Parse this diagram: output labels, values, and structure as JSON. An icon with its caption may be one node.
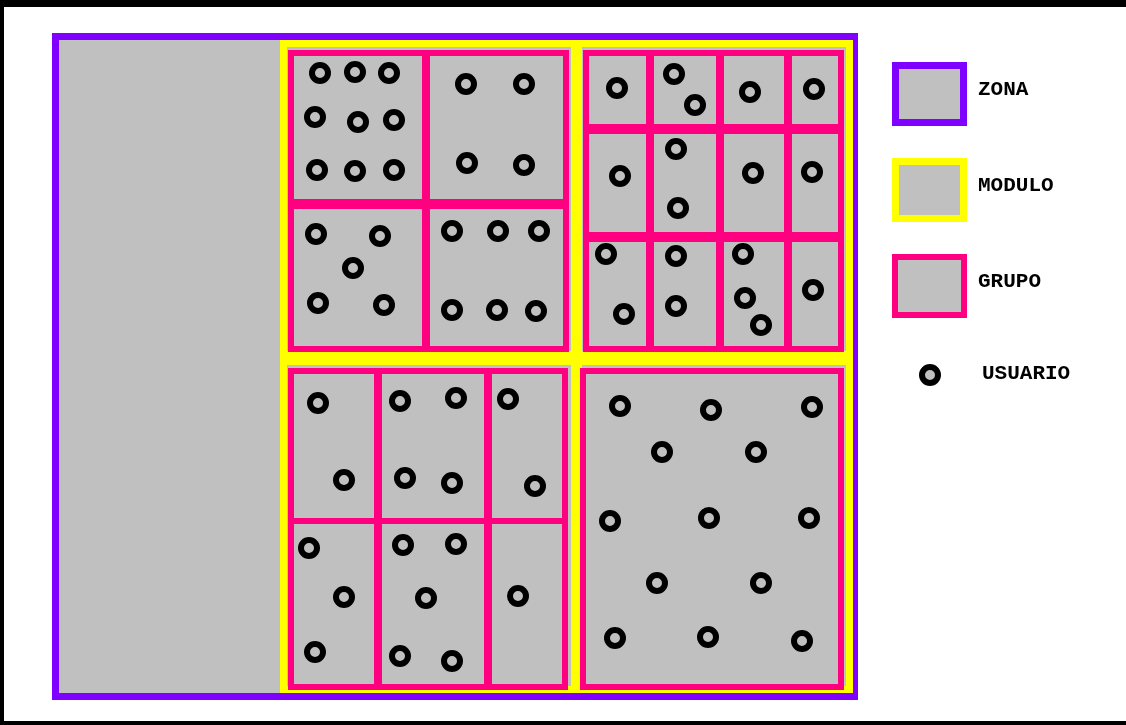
{
  "diagram": {
    "nodes": [
      {
        "text": [],
        "shape": "box"
      },
      {
        "text": [],
        "shape": "box",
        "in": 0
      },
      {
        "text": [],
        "shape": "box",
        "in": 1
      },
      {
        "text": [],
        "shape": "circle",
        "in": 2
      },
      {
        "text": [],
        "shape": "circle",
        "in": 2
      },
      {
        "text": [],
        "shape": "circle",
        "in": 2
      },
      {
        "text": [],
        "shape": "circle",
        "in": 2
      },
      {
        "text": [],
        "shape": "circle",
        "in": 2
      },
      {
        "text": [],
        "shape": "circle",
        "in": 2
      },
      {
        "text": [],
        "shape": "circle",
        "in": 2
      },
      {
        "text": [],
        "shape": "circle",
        "in": 2
      },
      {
        "text": [],
        "shape": "circle",
        "in": 2
      },
      {
        "text": [],
        "shape": "box",
        "in": 1
      },
      {
        "text": [],
        "shape": "circle",
        "in": 12
      },
      {
        "text": [],
        "shape": "circle",
        "in": 12
      },
      {
        "text": [],
        "shape": "circle",
        "in": 12
      },
      {
        "text": [],
        "shape": "circle",
        "in": 12
      },
      {
        "text": [],
        "shape": "box",
        "in": 1
      },
      {
        "text": [],
        "shape": "circle",
        "in": 17
      },
      {
        "text": [],
        "shape": "circle",
        "in": 17
      },
      {
        "text": [],
        "shape": "circle",
        "in": 17
      },
      {
        "text": [],
        "shape": "circle",
        "in": 17
      },
      {
        "text": [],
        "shape": "circle",
        "in": 17
      },
      {
        "text": [],
        "shape": "box",
        "in": 1
      },
      {
        "text": [],
        "shape": "circle",
        "in": 23
      },
      {
        "text": [],
        "shape": "circle",
        "in": 23
      },
      {
        "text": [],
        "shape": "circle",
        "in": 23
      },
      {
        "text": [],
        "shape": "circle",
        "in": 23
      },
      {
        "text": [],
        "shape": "circle",
        "in": 23
      },
      {
        "text": [],
        "shape": "circle",
        "in": 23
      },
      {
        "text": [],
        "shape": "box",
        "in": 0
      },
      {
        "text": [],
        "shape": "box",
        "in": 30
      },
      {
        "text": [],
        "shape": "circle",
        "in": 31
      },
      {
        "text": [],
        "shape": "box",
        "in": 30
      },
      {
        "text": [],
        "shape": "circle",
        "in": 33
      },
      {
        "text": [],
        "shape": "circle",
        "in": 33
      },
      {
        "text": [],
        "shape": "box",
        "in": 30
      },
      {
        "text": [],
        "shape": "circle",
        "in": 36
      },
      {
        "text": [],
        "shape": "box",
        "in": 30
      },
      {
        "text": [],
        "shape": "circle",
        "in": 38
      },
      {
        "text": [],
        "shape": "box",
        "in": 30
      },
      {
        "text": [],
        "shape": "circle",
        "in": 40
      },
      {
        "text": [],
        "shape": "box",
        "in": 30
      },
      {
        "text": [],
        "shape": "circle",
        "in": 42
      },
      {
        "text": [],
        "shape": "circle",
        "in": 42
      },
      {
        "text": [],
        "shape": "box",
        "in": 30
      },
      {
        "text": [],
        "shape": "circle",
        "in": 45
      },
      {
        "text": [],
        "shape": "box",
        "in": 30
      },
      {
        "text": [],
        "shape": "circle",
        "in": 47
      },
      {
        "text": [],
        "shape": "box",
        "in": 30
      },
      {
        "text": [],
        "shape": "circle",
        "in": 49
      },
      {
        "text": [],
        "shape": "circle",
        "in": 49
      },
      {
        "text": [],
        "shape": "box",
        "in": 30
      },
      {
        "text": [],
        "shape": "circle",
        "in": 52
      },
      {
        "text": [],
        "shape": "circle",
        "in": 52
      },
      {
        "text": [],
        "shape": "box",
        "in": 30
      },
      {
        "text": [],
        "shape": "circle",
        "in": 55
      },
      {
        "text": [],
        "shape": "circle",
        "in": 55
      },
      {
        "text": [],
        "shape": "circle",
        "in": 55
      },
      {
        "text": [],
        "shape": "box",
        "in": 30
      },
      {
        "text": [],
        "shape": "circle",
        "in": 59
      },
      {
        "text": [],
        "shape": "box",
        "in": 0
      },
      {
        "text": [],
        "shape": "box",
        "in": 61
      },
      {
        "text": [],
        "shape": "circle",
        "in": 62
      },
      {
        "text": [],
        "shape": "circle",
        "in": 62
      },
      {
        "text": [],
        "shape": "box",
        "in": 61
      },
      {
        "text": [],
        "shape": "circle",
        "in": 65
      },
      {
        "text": [],
        "shape": "circle",
        "in": 65
      },
      {
        "text": [],
        "shape": "circle",
        "in": 65
      },
      {
        "text": [],
        "shape": "circle",
        "in": 65
      },
      {
        "text": [],
        "shape": "box",
        "in": 61
      },
      {
        "text": [],
        "shape": "circle",
        "in": 70
      },
      {
        "text": [],
        "shape": "circle",
        "in": 70
      },
      {
        "text": [],
        "shape": "box",
        "in": 61
      },
      {
        "text": [],
        "shape": "circle",
        "in": 73
      },
      {
        "text": [],
        "shape": "circle",
        "in": 73
      },
      {
        "text": [],
        "shape": "circle",
        "in": 73
      },
      {
        "text": [],
        "shape": "box",
        "in": 61
      },
      {
        "text": [],
        "shape": "circle",
        "in": 77
      },
      {
        "text": [],
        "shape": "circle",
        "in": 77
      },
      {
        "text": [],
        "shape": "circle",
        "in": 77
      },
      {
        "text": [],
        "shape": "circle",
        "in": 77
      },
      {
        "text": [],
        "shape": "circle",
        "in": 77
      },
      {
        "text": [],
        "shape": "box",
        "in": 61
      },
      {
        "text": [],
        "shape": "circle",
        "in": 83
      },
      {
        "text": [],
        "shape": "box",
        "in": 0
      },
      {
        "text": [],
        "shape": "box",
        "in": 85
      },
      {
        "text": [],
        "shape": "circle",
        "in": 86
      },
      {
        "text": [],
        "shape": "circle",
        "in": 86
      },
      {
        "text": [],
        "shape": "circle",
        "in": 86
      },
      {
        "text": [],
        "shape": "circle",
        "in": 86
      },
      {
        "text": [],
        "shape": "circle",
        "in": 86
      },
      {
        "text": [],
        "shape": "circle",
        "in": 86
      },
      {
        "text": [],
        "shape": "circle",
        "in": 86
      },
      {
        "text": [],
        "shape": "circle",
        "in": 86
      },
      {
        "text": [],
        "shape": "circle",
        "in": 86
      },
      {
        "text": [],
        "shape": "circle",
        "in": 86
      },
      {
        "text": [],
        "shape": "circle",
        "in": 86
      },
      {
        "text": [],
        "shape": "circle",
        "in": 86
      },
      {
        "text": [],
        "shape": "circle",
        "in": 86
      }
    ],
    "legend": [
      {
        "text": "ZONA"
      },
      {
        "text": "MODULO"
      },
      {
        "text": "GRUPO"
      },
      {
        "text": "USUARIO"
      }
    ]
  }
}
